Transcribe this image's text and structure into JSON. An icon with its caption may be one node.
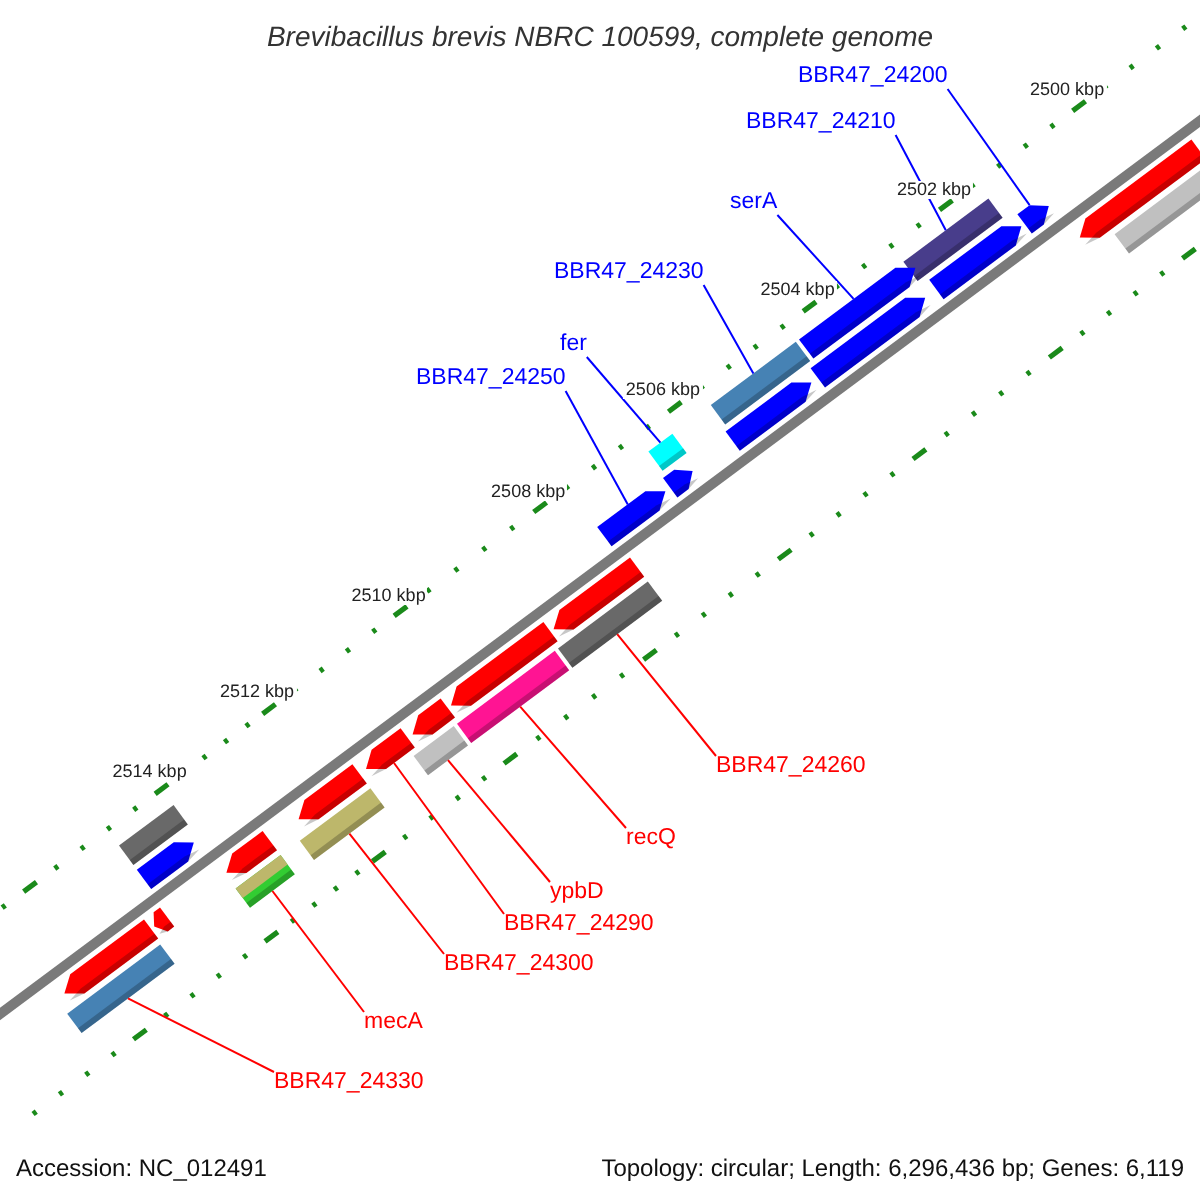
{
  "diagram": {
    "title": "Brevibacillus brevis NBRC 100599, complete genome",
    "nodes": [
      {
        "text": [
          "BBR47_24200"
        ]
      },
      {
        "text": [],
        "shape": "arrow"
      },
      {
        "text": [
          "BBR47_24210"
        ]
      },
      {
        "text": [],
        "shape": "bar"
      },
      {
        "text": [
          "serA"
        ]
      },
      {
        "text": [],
        "shape": "arrow"
      },
      {
        "text": [
          "BBR47_24230"
        ]
      },
      {
        "text": [],
        "shape": "bar"
      },
      {
        "text": [
          "fer"
        ]
      },
      {
        "text": [],
        "shape": "bar"
      },
      {
        "text": [
          "BBR47_24250"
        ]
      },
      {
        "text": [],
        "shape": "arrow"
      },
      {
        "text": [
          "BBR47_24260"
        ]
      },
      {
        "text": [],
        "shape": "bar"
      },
      {
        "text": [
          "recQ"
        ]
      },
      {
        "text": [],
        "shape": "bar"
      },
      {
        "text": [
          "ypbD"
        ]
      },
      {
        "text": [],
        "shape": "bar"
      },
      {
        "text": [
          "BBR47_24290"
        ]
      },
      {
        "text": [],
        "shape": "arrow"
      },
      {
        "text": [
          "BBR47_24300"
        ]
      },
      {
        "text": [],
        "shape": "bar"
      },
      {
        "text": [
          "mecA"
        ]
      },
      {
        "text": [],
        "shape": "bar"
      },
      {
        "text": [
          "BBR47_24330"
        ]
      },
      {
        "text": [],
        "shape": "bar"
      },
      {
        "text": [],
        "shape": "arrow"
      },
      {
        "text": [],
        "shape": "arrow"
      },
      {
        "text": [],
        "shape": "bar"
      },
      {
        "text": [],
        "shape": "arrow"
      },
      {
        "text": [],
        "shape": "arrow"
      },
      {
        "text": [],
        "shape": "arrow"
      },
      {
        "text": [],
        "shape": "arrow"
      },
      {
        "text": [],
        "shape": "arrow"
      },
      {
        "text": [],
        "shape": "arrow"
      },
      {
        "text": [],
        "shape": "arrow"
      },
      {
        "text": [],
        "shape": "arrow"
      },
      {
        "text": [],
        "shape": "arrow"
      },
      {
        "text": [],
        "shape": "arrow"
      },
      {
        "text": [],
        "shape": "arrow"
      },
      {
        "text": [],
        "shape": "bar"
      }
    ],
    "edges": [
      {
        "from": 0,
        "to": 1,
        "arrow": "none",
        "color": "#0000ff"
      },
      {
        "from": 2,
        "to": 3,
        "arrow": "none",
        "color": "#0000ff"
      },
      {
        "from": 4,
        "to": 5,
        "arrow": "none",
        "color": "#0000ff"
      },
      {
        "from": 6,
        "to": 7,
        "arrow": "none",
        "color": "#0000ff"
      },
      {
        "from": 8,
        "to": 9,
        "arrow": "none",
        "color": "#0000ff"
      },
      {
        "from": 10,
        "to": 11,
        "arrow": "none",
        "color": "#0000ff"
      },
      {
        "from": 12,
        "to": 13,
        "arrow": "none",
        "color": "#ff0000"
      },
      {
        "from": 14,
        "to": 15,
        "arrow": "none",
        "color": "#ff0000"
      },
      {
        "from": 16,
        "to": 17,
        "arrow": "none",
        "color": "#ff0000"
      },
      {
        "from": 18,
        "to": 19,
        "arrow": "none",
        "color": "#ff0000"
      },
      {
        "from": 20,
        "to": 21,
        "arrow": "none",
        "color": "#ff0000"
      },
      {
        "from": 22,
        "to": 23,
        "arrow": "none",
        "color": "#ff0000"
      },
      {
        "from": 24,
        "to": 25,
        "arrow": "none",
        "color": "#ff0000"
      }
    ],
    "labels": [
      "2500 kbp",
      "2502 kbp",
      "2504 kbp",
      "2506 kbp",
      "2508 kbp",
      "2510 kbp",
      "2512 kbp",
      "2514 kbp",
      "Accession: NC_012491",
      "Topology: circular; Length: 6,296,436 bp; Genes: 6,119"
    ]
  }
}
